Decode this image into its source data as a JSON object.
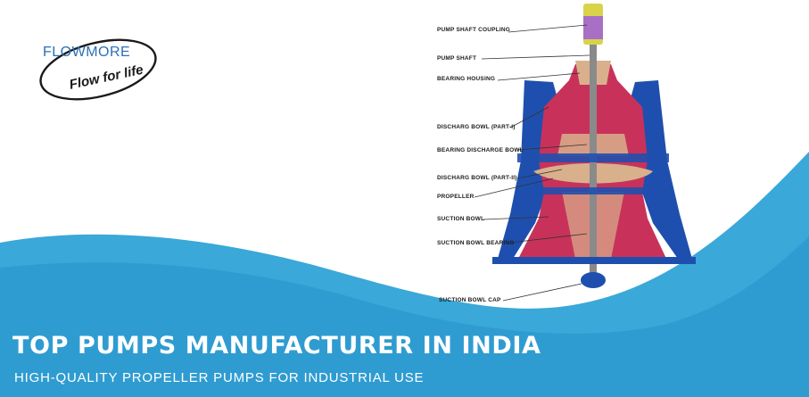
{
  "brand": {
    "name": "FLOWMORE",
    "tagline": "Flow for life",
    "colors": {
      "brand_blue": "#2b6fb6",
      "ring": "#1a1a1a"
    }
  },
  "diagram": {
    "labels": [
      "PUMP SHAFT COUPLING",
      "PUMP SHAFT",
      "BEARING HOUSING",
      "DISCHARG BOWL (PART-I)",
      "BEARING DISCHARGE BOWL",
      "DISCHARG BOWL (PART-II)",
      "PROPELLER",
      "SUCTION BOWL",
      "SUCTION BOWL BEARING",
      "SUCTION BOWL CAP"
    ],
    "colors": {
      "casing_blue": "#1f4fae",
      "bowl_red": "#c8325a",
      "bronze": "#d9b08c",
      "coupling": "#d9d34a",
      "shaft": "#8a8a8a"
    }
  },
  "banner": {
    "headline": "TOP PUMPS MANUFACTURER IN INDIA",
    "subheadline": "HIGH-QUALITY PROPELLER PUMPS FOR INDUSTRIAL USE",
    "colors": {
      "wave_light": "#3aa8d8",
      "wave_dark": "#1e88c7",
      "text": "#ffffff"
    }
  }
}
